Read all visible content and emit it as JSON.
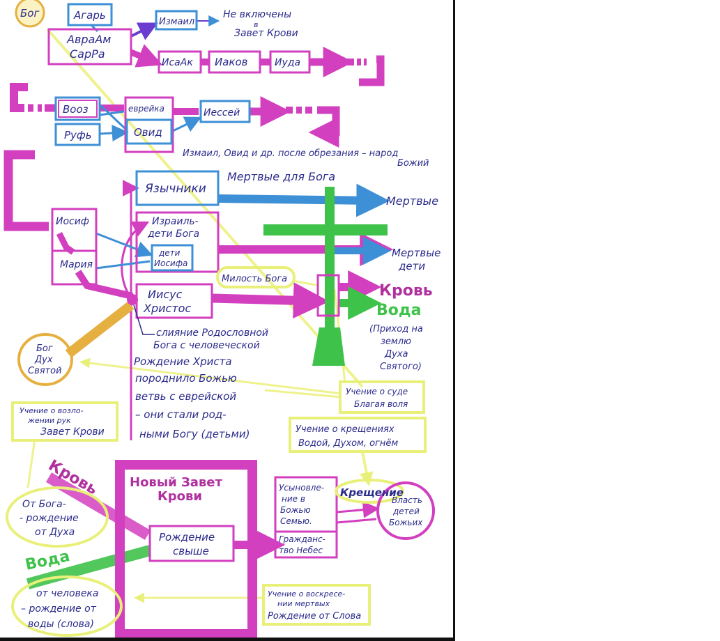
{
  "colors": {
    "magenta": "#d23fbf",
    "magenta_text": "#b0309e",
    "blue": "#3d8fd6",
    "blue_text": "#2a3f9a",
    "green": "#3fc24a",
    "yellow": "#e9f07a",
    "yellow_arrow": "#eef28c",
    "gold": "#e6b040",
    "purple_arrow": "#6a3ccf",
    "ink": "#2b2b8c"
  },
  "nodes": {
    "god_top": "Бог",
    "hagar": "Агарь",
    "abraham": "АвраАм",
    "sarah": "СарРа",
    "ishmael": "Измаил",
    "not_included_1": "Не включены",
    "not_included_2": "в",
    "not_included_3": "Завет Крови",
    "isaac": "ИсаАк",
    "jacob": "Иаков",
    "judah": "Иуда",
    "boaz": "Вооз",
    "ruth": "Руфь",
    "jewess": "еврейка",
    "obed": "Овид",
    "jesse": "Иессей",
    "circumcision_1": "Измаил, Овид и др. после обрезания – народ",
    "circumcision_2": "Божий",
    "pagans": "Язычники",
    "dead_for_god": "Мертвые для Бога",
    "dead": "Мертвые",
    "joseph": "Иосиф",
    "mary": "Мария",
    "israel_1": "Израиль-",
    "israel_2": "дети Бога",
    "children_joseph_1": "дети",
    "children_joseph_2": "Иосифа",
    "dead_children_1": "Мертвые",
    "dead_children_2": "дети",
    "mercy": "Милость Бога",
    "jesus_1": "Иисус",
    "jesus_2": "Христос",
    "blood_right": "Кровь",
    "water_right": "Вода",
    "spirit_coming_1": "(Приход на",
    "spirit_coming_2": "землю",
    "spirit_coming_3": "Духа",
    "spirit_coming_4": "Святого)",
    "merge_1": "слияние Родословной",
    "merge_2": "Бога с человеческой",
    "holy_spirit_1": "Бог",
    "holy_spirit_2": "Дух",
    "holy_spirit_3": "Святой",
    "birth_christ_1": "Рождение Христа",
    "birth_christ_2": "породнило Божью",
    "birth_christ_3": "ветвь с еврейской",
    "birth_christ_4": "– они стали род-",
    "birth_christ_5": "ными Богу (детьми)",
    "judgment_1": "Учение о суде",
    "judgment_2": "Благая воля",
    "laying_hands_1": "Учение о возло-",
    "laying_hands_2": "жении рук",
    "laying_hands_3": "Завет Крови",
    "baptisms_1": "Учение о крещениях",
    "baptisms_2": "Водой, Духом, огнём",
    "blood_left": "Кровь",
    "new_covenant_1": "Новый Завет",
    "new_covenant_2": "Крови",
    "from_god_1": "От Бога-",
    "from_god_2": "- рождение",
    "from_god_3": "от Духа",
    "born_again_1": "Рождение",
    "born_again_2": "свыше",
    "adoption_1": "Усыновле-",
    "adoption_2": "ние в",
    "adoption_3": "Божью",
    "adoption_4": "Семью.",
    "citizenship_1": "Гражданс-",
    "citizenship_2": "тво Небес",
    "baptism": "Крещение",
    "power_1": "Власть",
    "power_2": "детей",
    "power_3": "Божьих",
    "water_left": "Вода",
    "from_man_1": "от человека",
    "from_man_2": "– рождение от",
    "from_man_3": "воды (слова)",
    "resurrection_1": "Учение о воскресе-",
    "resurrection_2": "нии мертвых",
    "resurrection_3": "Рождение от Слова"
  }
}
